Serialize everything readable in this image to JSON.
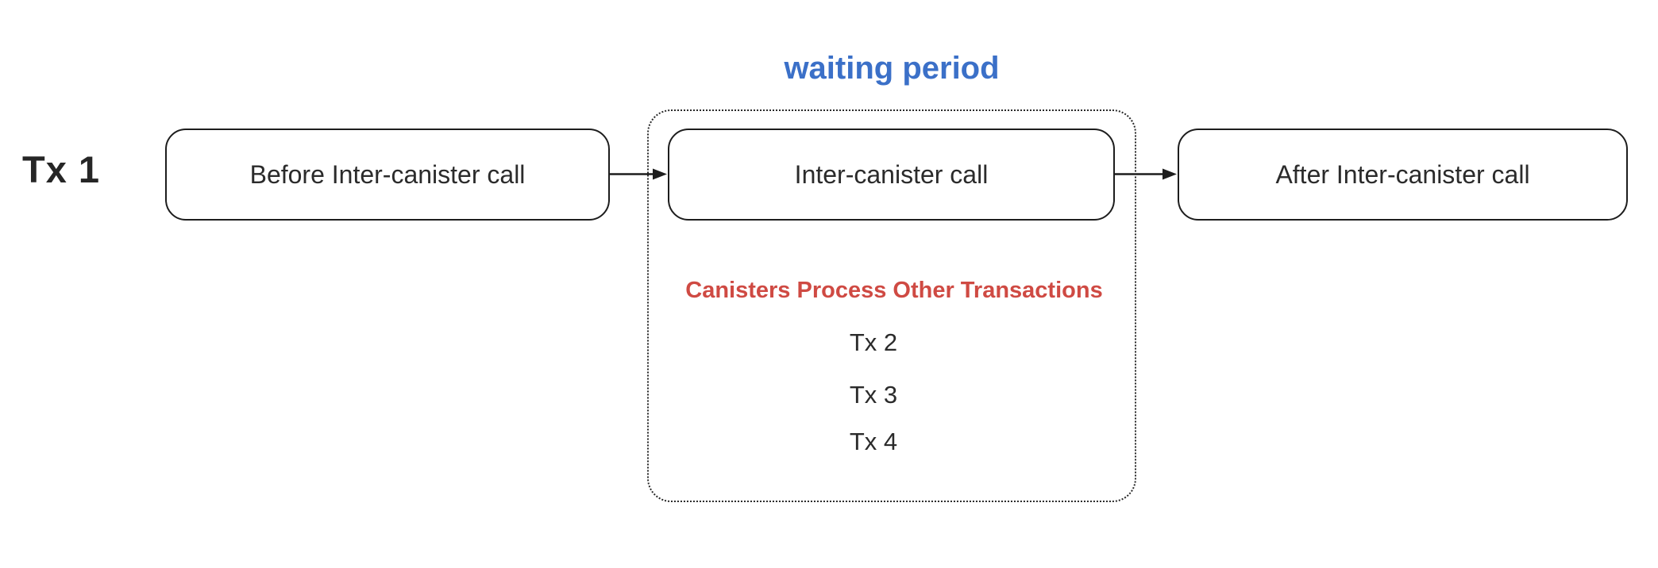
{
  "diagram": {
    "flow_label": "Tx 1",
    "waiting_period_label": "waiting period",
    "boxes": [
      {
        "label": "Before Inter-canister call"
      },
      {
        "label": "Inter-canister call"
      },
      {
        "label": "After Inter-canister call"
      }
    ],
    "note": "Canisters Process Other Transactions",
    "other_transactions": [
      "Tx 2",
      "Tx 3",
      "Tx 4"
    ],
    "colors": {
      "waiting_period_blue": "#3b70c8",
      "note_red": "#cf4a43",
      "node_border": "#1d1d1d",
      "text_dark": "#2b2b2b",
      "background": "#ffffff"
    }
  }
}
